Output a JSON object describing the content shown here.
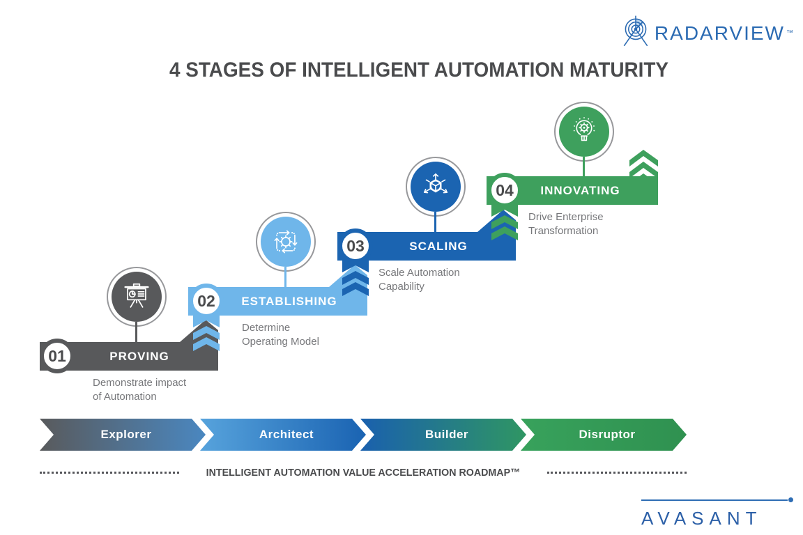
{
  "title": "4 STAGES OF INTELLIGENT AUTOMATION MATURITY",
  "logos": {
    "radarview": {
      "text": "RADARVIEW",
      "tm": "™",
      "color": "#2A6AB2"
    },
    "avasant": {
      "text": "AVASANT",
      "color": "#2B5FA7"
    }
  },
  "stages": [
    {
      "number": "01",
      "label": "PROVING",
      "desc_lines": [
        "Demonstrate impact",
        "of Automation"
      ],
      "color": "#58595B",
      "icon": "presentation-chart-icon"
    },
    {
      "number": "02",
      "label": "ESTABLISHING",
      "desc_lines": [
        "Determine",
        "Operating Model"
      ],
      "color": "#6FB6EA",
      "icon": "gear-cycle-icon"
    },
    {
      "number": "03",
      "label": "SCALING",
      "desc_lines": [
        "Scale Automation",
        "Capability"
      ],
      "color": "#1B64B1",
      "icon": "cube-expand-icon"
    },
    {
      "number": "04",
      "label": "INNOVATING",
      "desc_lines": [
        "Drive Enterprise",
        "Transformation"
      ],
      "color": "#3EA05D",
      "icon": "bulb-gear-icon"
    }
  ],
  "roadmap": {
    "segments": [
      {
        "label": "Explorer",
        "gradient": [
          "#595A5C",
          "#4A87C0"
        ]
      },
      {
        "label": "Architect",
        "gradient": [
          "#57A3DC",
          "#1A63B2"
        ]
      },
      {
        "label": "Builder",
        "gradient": [
          "#1A60AE",
          "#2F9663"
        ]
      },
      {
        "label": "Disruptor",
        "gradient": [
          "#38A25C",
          "#2F9150"
        ]
      }
    ],
    "caption": "INTELLIGENT AUTOMATION VALUE ACCELERATION ROADMAP™"
  }
}
